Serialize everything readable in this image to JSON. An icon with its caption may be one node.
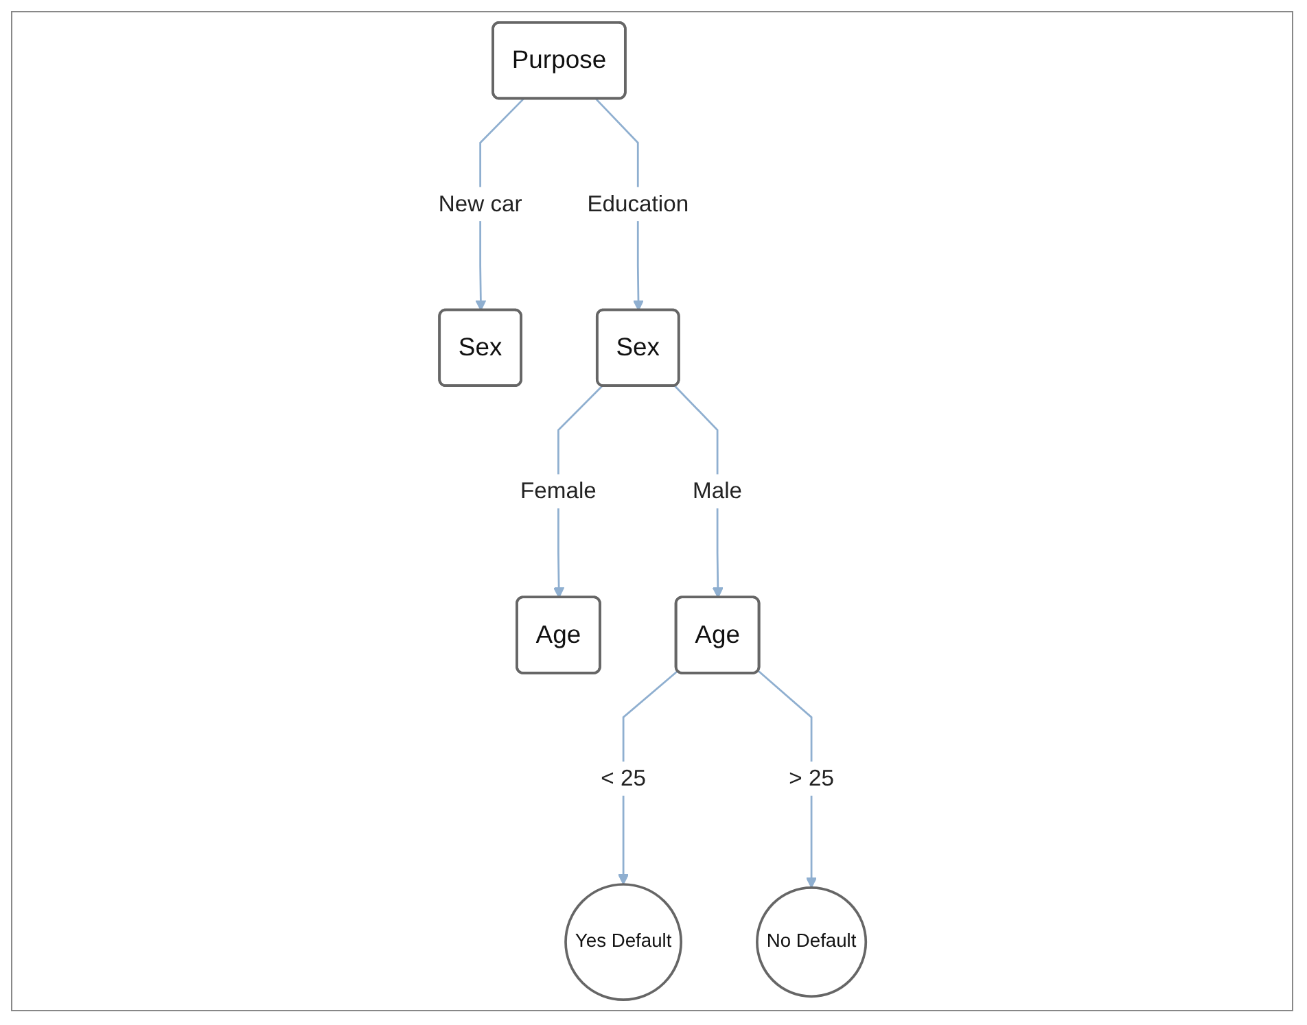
{
  "diagram": {
    "nodes": [
      {
        "text": [
          "Purpose"
        ]
      },
      {
        "text": [
          "Sex"
        ]
      },
      {
        "text": [
          "Sex"
        ]
      },
      {
        "text": [
          "Age"
        ]
      },
      {
        "text": [
          "Age"
        ]
      },
      {
        "text": [
          "Yes Default"
        ]
      },
      {
        "text": [
          "No Default"
        ]
      }
    ],
    "edges": [
      {
        "from": 0,
        "to": 1,
        "arrow": "to",
        "label": "New car"
      },
      {
        "from": 0,
        "to": 2,
        "arrow": "to",
        "label": "Education"
      },
      {
        "from": 2,
        "to": 3,
        "arrow": "to",
        "label": "Female"
      },
      {
        "from": 2,
        "to": 4,
        "arrow": "to",
        "label": "Male"
      },
      {
        "from": 4,
        "to": 5,
        "arrow": "to",
        "label": "< 25"
      },
      {
        "from": 4,
        "to": 6,
        "arrow": "to",
        "label": "> 25"
      }
    ]
  }
}
